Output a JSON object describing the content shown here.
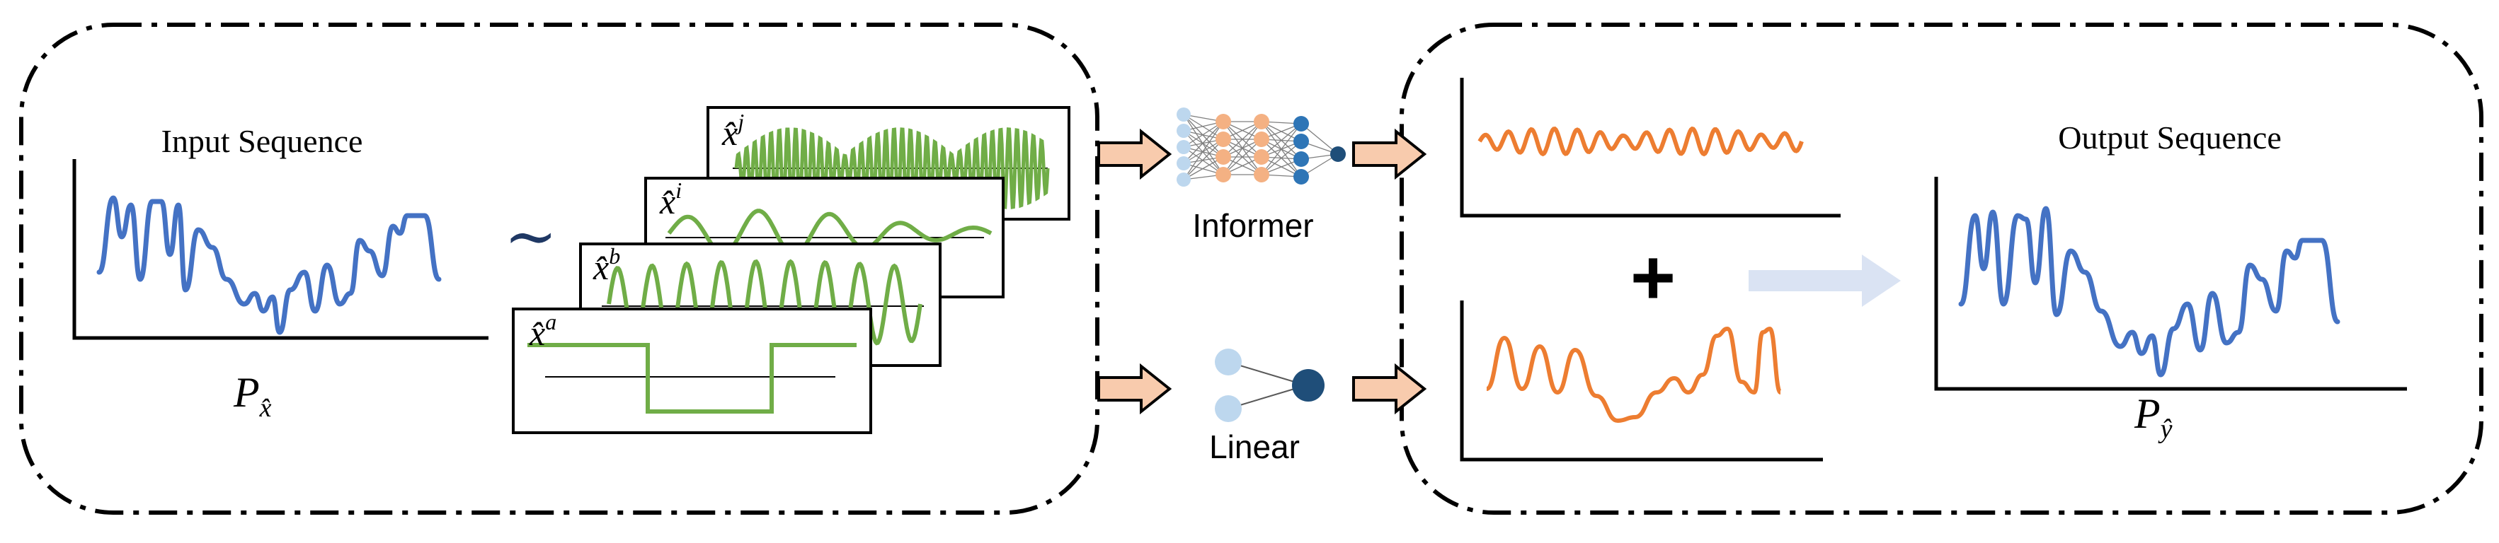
{
  "colors": {
    "series_blue": "#4472C4",
    "series_green": "#70AD47",
    "series_orange": "#ED7D31",
    "arrow_fill": "#F8CBAD",
    "node_light_blue": "#BDD7EE",
    "node_orange": "#F4B183",
    "node_dark_blue": "#1F4E79",
    "node_mid_blue": "#2E75B6",
    "faded_arrow": "#DAE3F3",
    "border": "#000000"
  },
  "icons": {
    "tilde": "tilde-icon",
    "informer_network": "neural-network-icon",
    "linear_network": "linear-network-icon",
    "plus": "plus-icon"
  },
  "input_panel": {
    "title": "Input Sequence",
    "distribution_label": "P",
    "distribution_sub": "x̂",
    "tilde": "∼",
    "components": [
      {
        "base": "x̂",
        "sup": "j"
      },
      {
        "base": "x̂",
        "sup": "i"
      },
      {
        "base": "x̂",
        "sup": "b"
      },
      {
        "base": "x̂",
        "sup": "a"
      }
    ]
  },
  "models": {
    "informer_label": "Informer",
    "linear_label": "Linear"
  },
  "output_panel": {
    "title": "Output Sequence",
    "plus": "+",
    "distribution_label": "P",
    "distribution_sub": "ŷ"
  }
}
